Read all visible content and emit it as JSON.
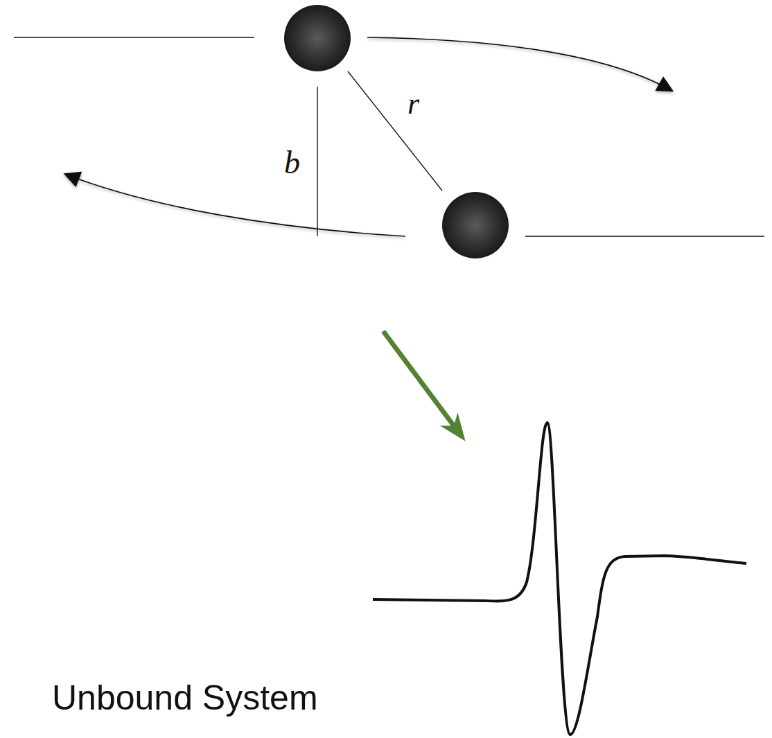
{
  "diagram": {
    "labels": [
      "r",
      "b",
      "Unbound System"
    ]
  }
}
